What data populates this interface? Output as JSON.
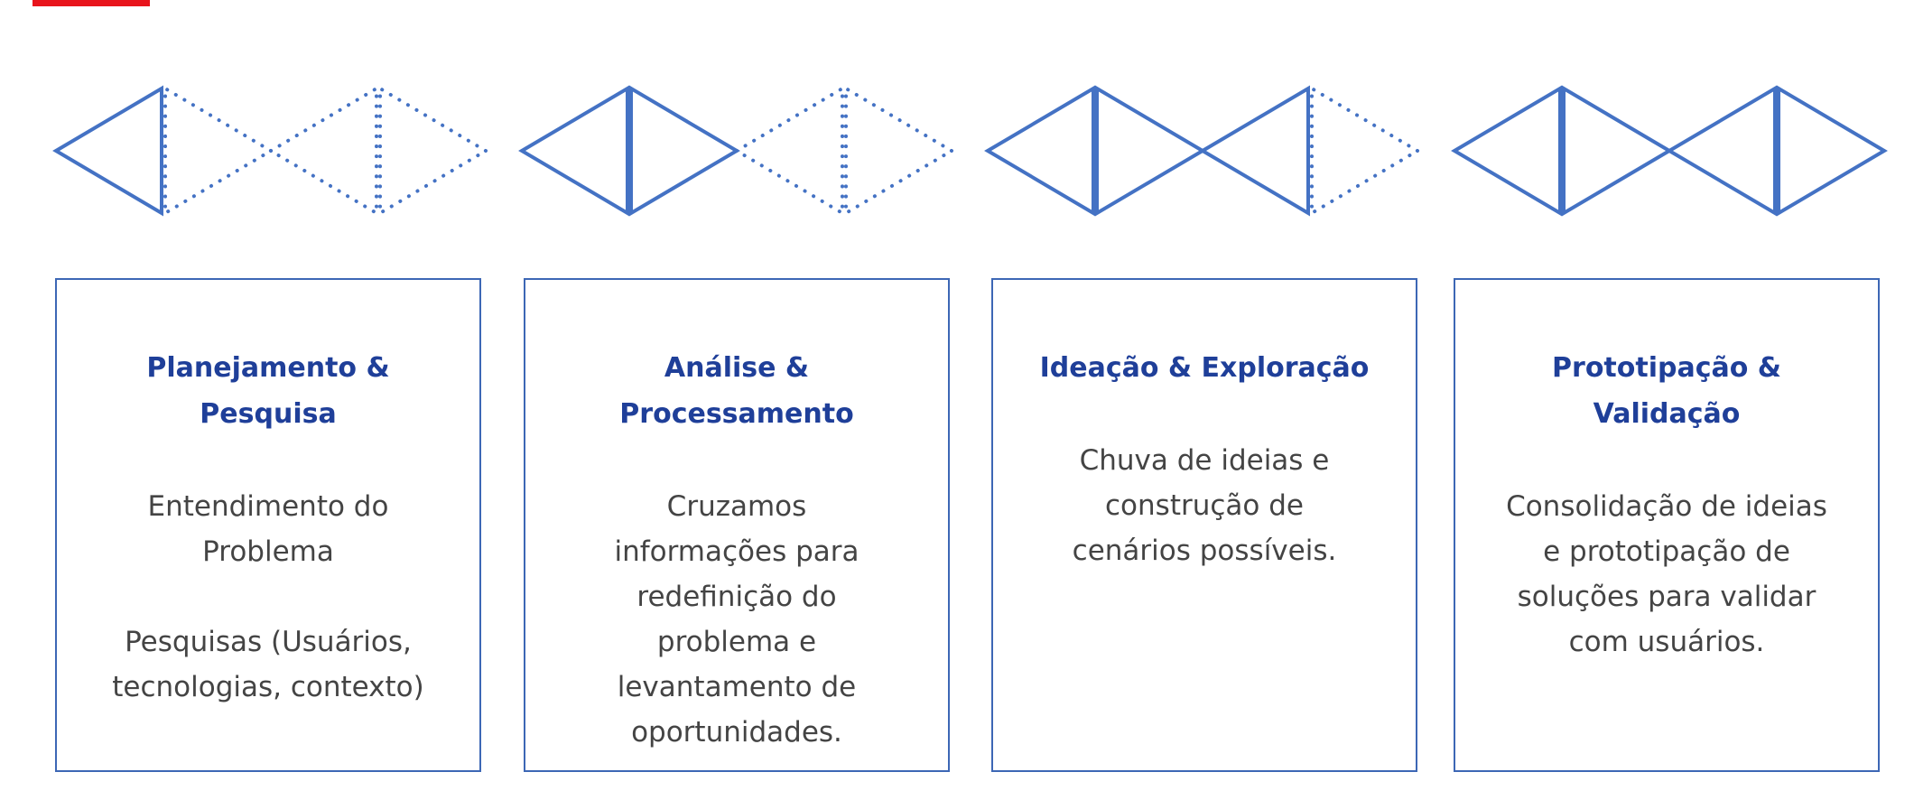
{
  "colors": {
    "accent_red": "#e8141c",
    "stroke_blue": "#4472c4",
    "title_blue": "#1f3f99",
    "body_text": "#444444"
  },
  "stages": [
    {
      "title": "Planejamento &\nPesquisa",
      "body": "Entendimento do\nProblema\n\nPesquisas  (Usuários,\ntecnologias, contexto)",
      "completed_triangles": 1,
      "total_triangles": 4
    },
    {
      "title": "Análise &\nProcessamento",
      "body": "Cruzamos\ninformações para\nredefinição do\nproblema e\nlevantamento de\noportunidades.",
      "completed_triangles": 2,
      "total_triangles": 4
    },
    {
      "title": "Ideação & Exploração",
      "body": "Chuva de ideias e\nconstrução de\ncenários possíveis.",
      "completed_triangles": 3,
      "total_triangles": 4
    },
    {
      "title": "Prototipação &\nValidação",
      "body": "Consolidação de ideias\ne prototipação de\nsoluções para validar\ncom usuários.",
      "completed_triangles": 4,
      "total_triangles": 4
    }
  ]
}
